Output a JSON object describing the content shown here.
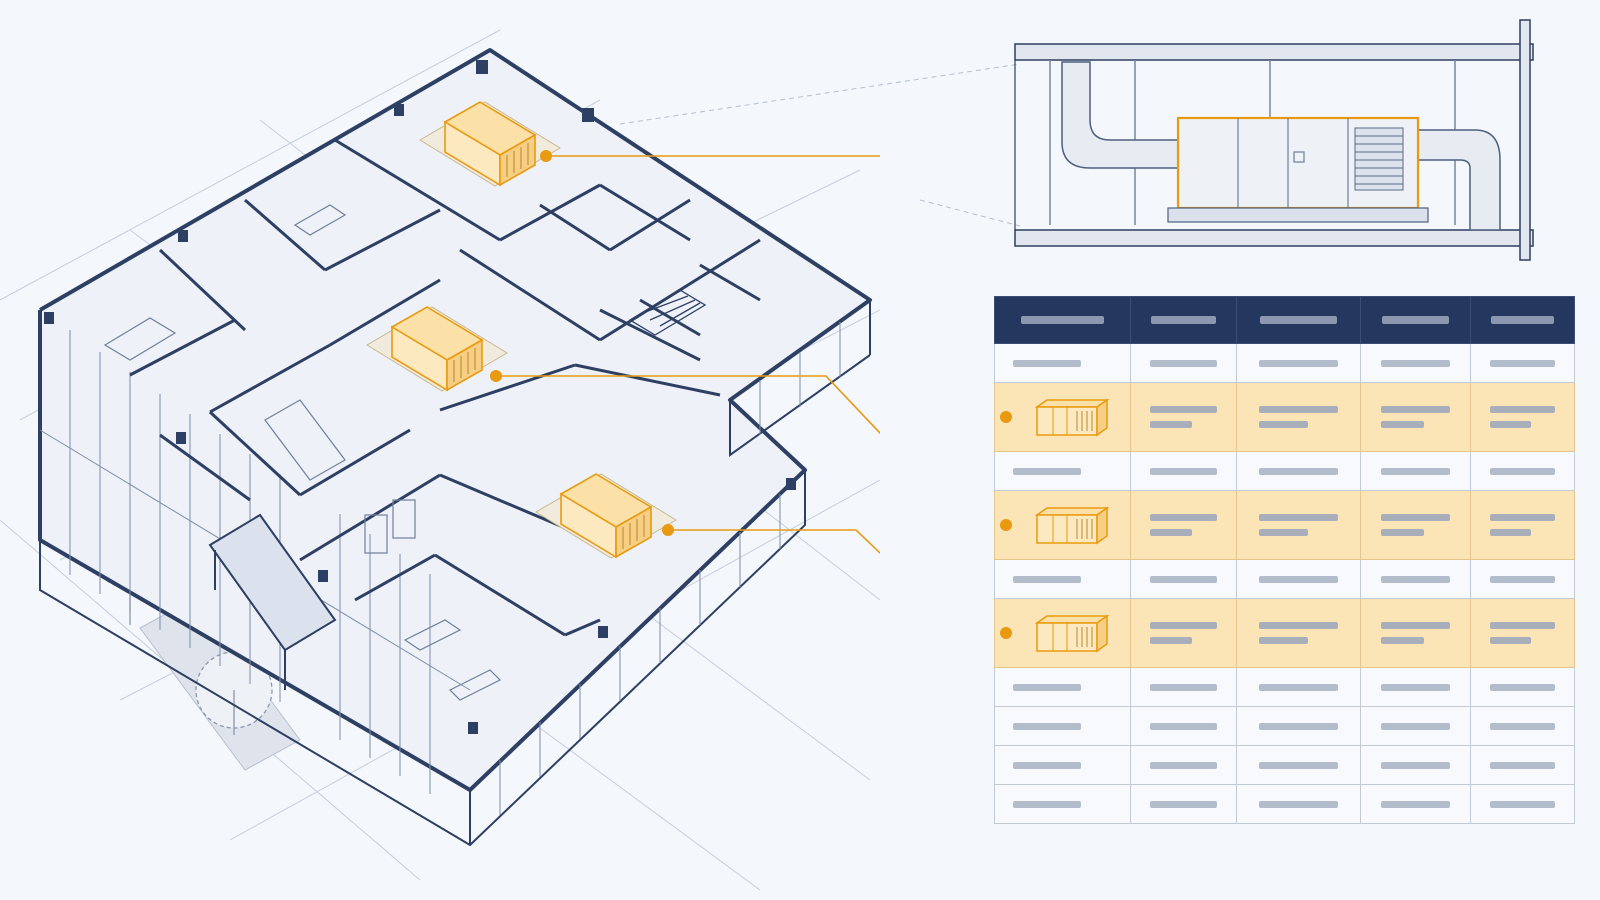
{
  "colors": {
    "blueprint_line": "#2d3f63",
    "thin_line": "#8a99b4",
    "accent_orange": "#e99a10",
    "unit_fill": "#fbe1a8",
    "table_header": "#24385f",
    "highlight_row": "#fbe4b5",
    "background": "#f4f7fb"
  },
  "icons": {
    "hvac_unit": "rooftop-air-handling-unit-icon",
    "callout_marker": "orange-dot-icon",
    "tree": "tree-icon"
  },
  "schedule": {
    "columns": 5,
    "rows": [
      {
        "highlighted": false
      },
      {
        "highlighted": true,
        "unit": 1
      },
      {
        "highlighted": false
      },
      {
        "highlighted": true,
        "unit": 2
      },
      {
        "highlighted": false
      },
      {
        "highlighted": true,
        "unit": 3
      },
      {
        "highlighted": false
      },
      {
        "highlighted": false
      },
      {
        "highlighted": false
      },
      {
        "highlighted": false
      }
    ]
  }
}
